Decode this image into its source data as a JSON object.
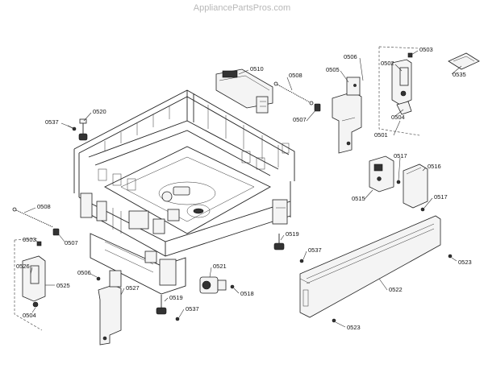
{
  "watermark": "AppliancePartsPros.com",
  "labels": {
    "l0510": "0510",
    "l0508a": "0508",
    "l0506a": "0506",
    "l0505": "0505",
    "l0503a": "0503",
    "l0502": "0502",
    "l0535": "0535",
    "l0520": "0520",
    "l0537a": "0537",
    "l0507a": "0507",
    "l0504a": "0504",
    "l0501": "0501",
    "l0517a": "0517",
    "l0516": "0516",
    "l0515": "0515",
    "l0517b": "0517",
    "l0508b": "0508",
    "l0503b": "0503",
    "l0507b": "0507",
    "l0519a": "0519",
    "l0537b": "0537",
    "l0526": "0526",
    "l0525": "0525",
    "l0504b": "0504",
    "l0506b": "0506",
    "l0527": "0527",
    "l0521": "0521",
    "l0518": "0518",
    "l0519b": "0519",
    "l0537c": "0537",
    "l0522": "0522",
    "l0523a": "0523",
    "l0523b": "0523"
  }
}
